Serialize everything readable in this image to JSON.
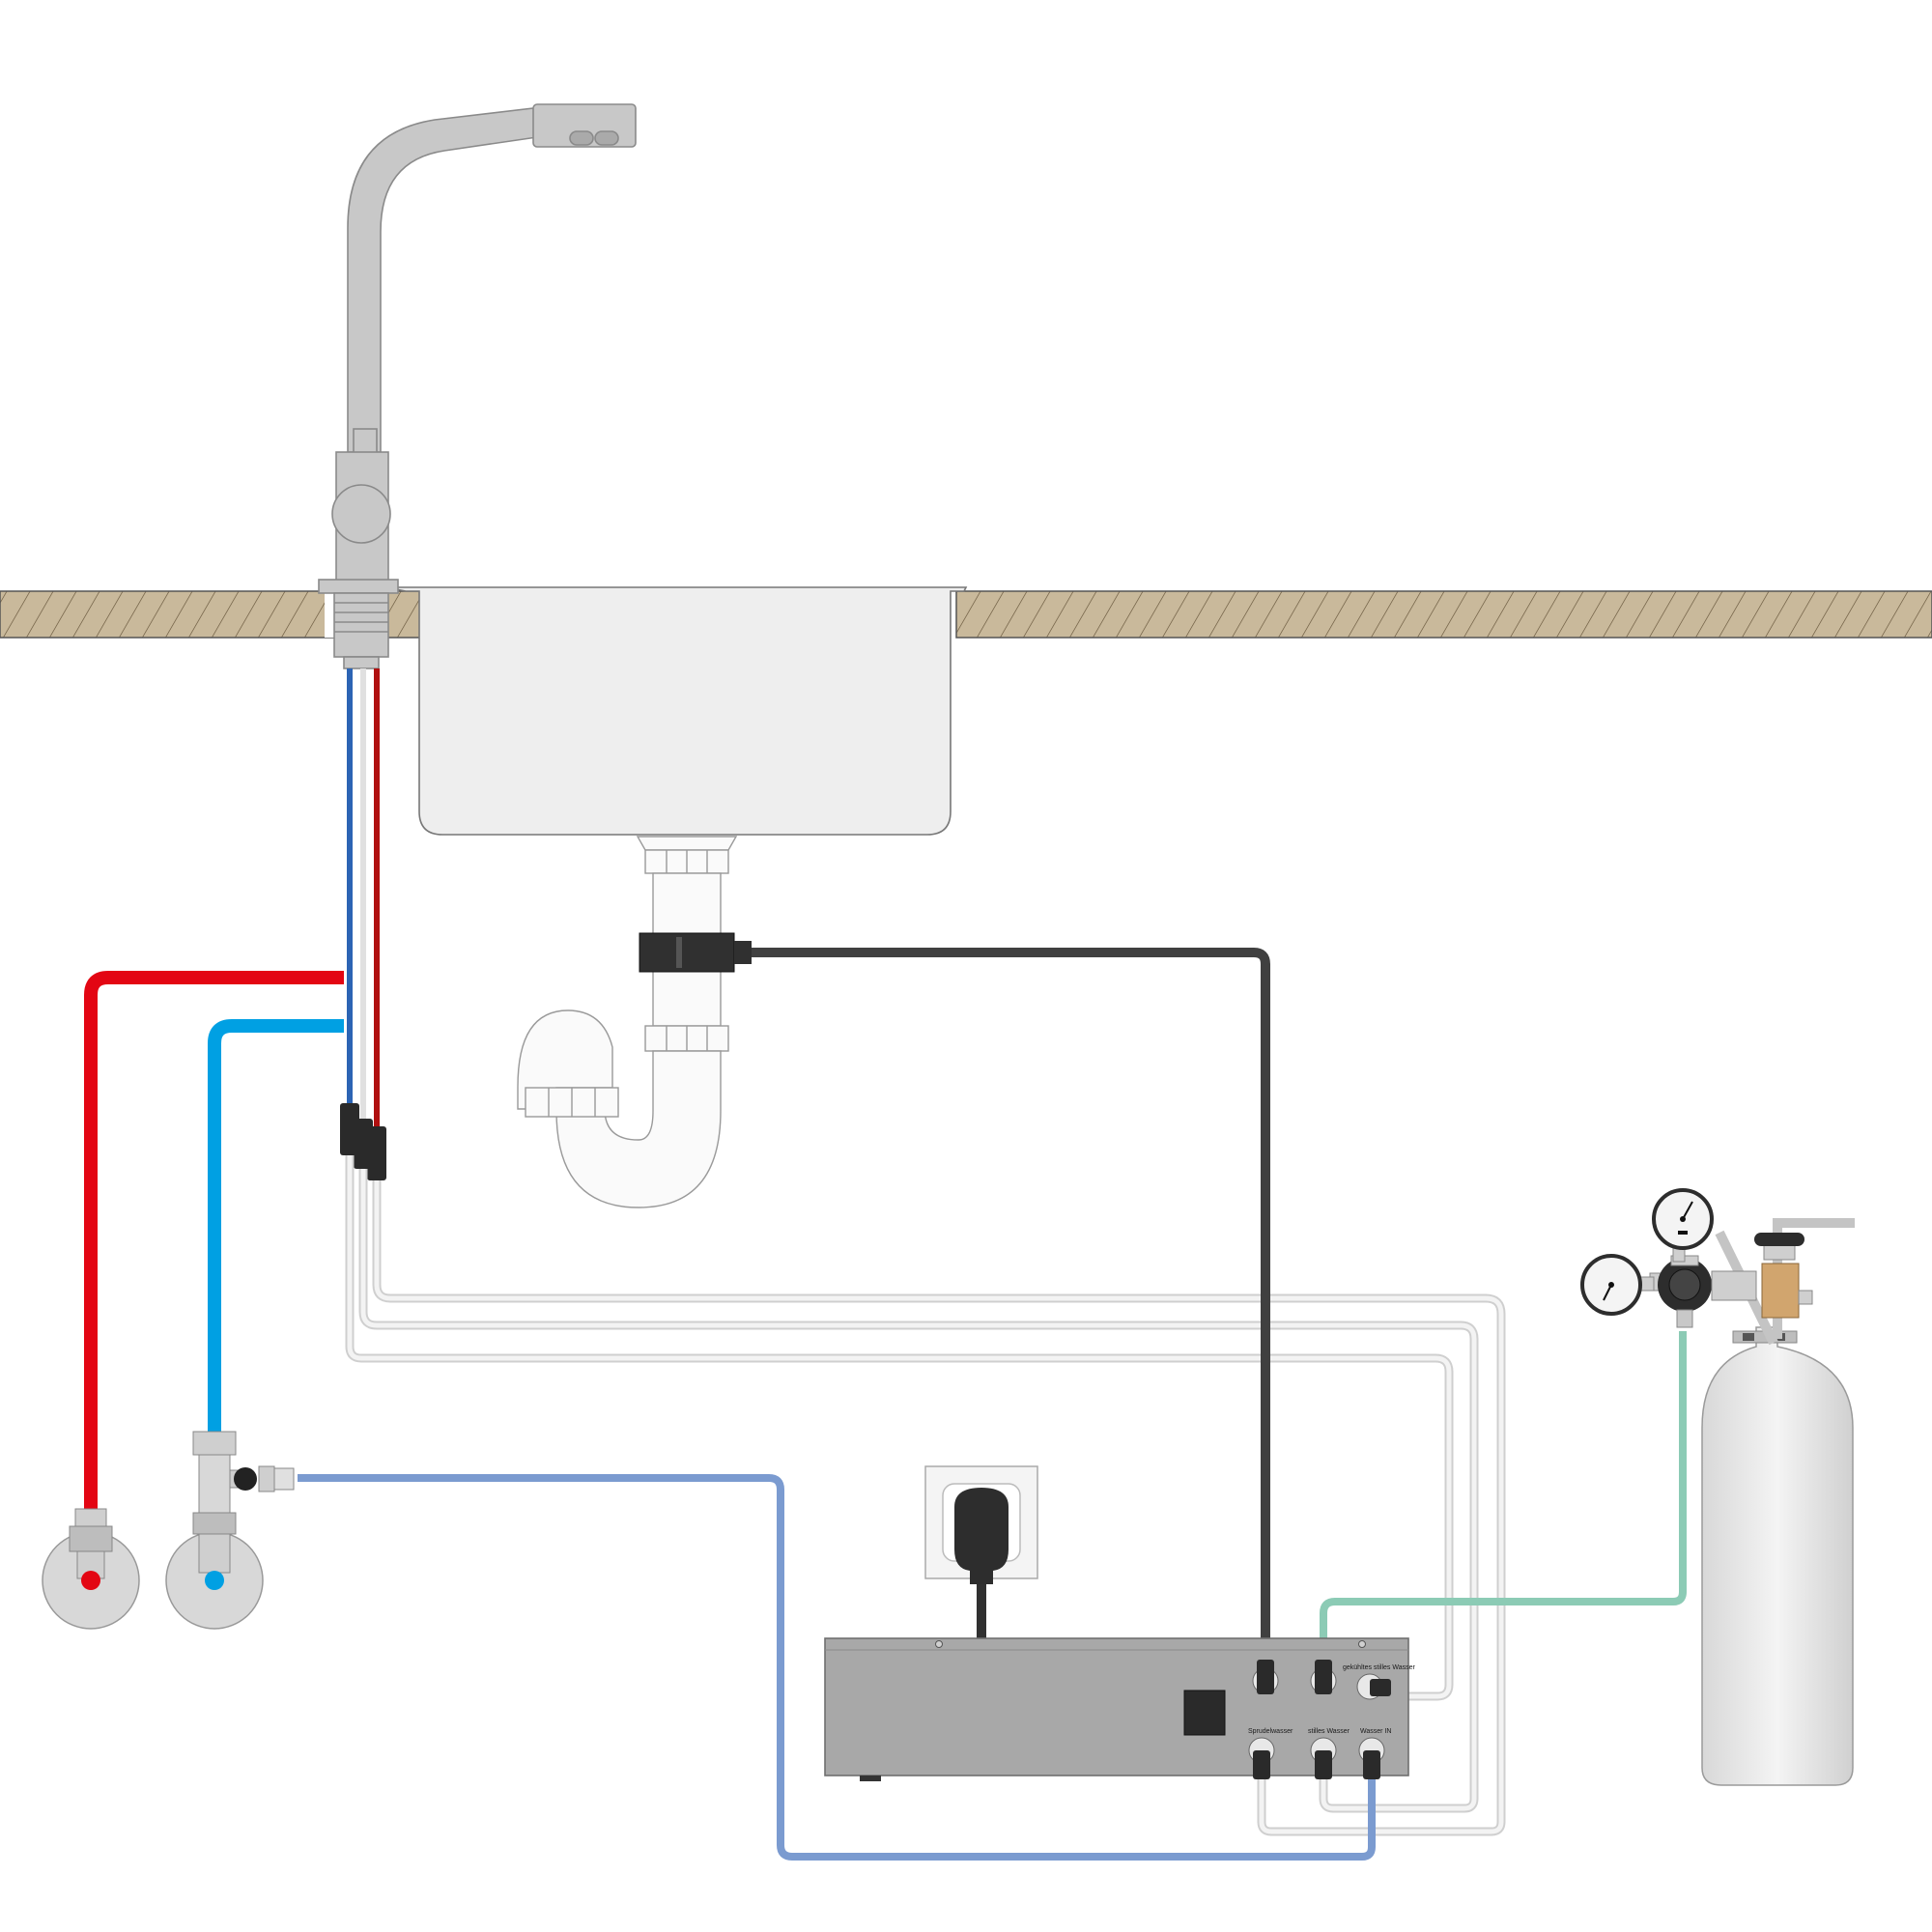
{
  "colors": {
    "hot_water": "#e30613",
    "cold_water": "#00a0e3",
    "filter_line": "#7b9bd0",
    "co2_line": "#8ccbb5",
    "drain_cable": "#404040",
    "chilled_lines": "#f0f0f0",
    "countertop": "#c9b99b",
    "unit_body": "#a8a8a8",
    "faucet": "#c8c8c8"
  },
  "unit": {
    "ports": {
      "top_right_label": "gekühltes stilles Wasser",
      "bottom_left_label": "Sprudelwasser",
      "bottom_middle_label": "stilles Wasser",
      "bottom_right_label": "Wasser IN"
    }
  },
  "icons": {
    "hot_valve": "red-dot-icon",
    "cold_valve": "blue-dot-icon",
    "gauge": "pressure-gauge-icon",
    "plug": "power-plug-icon"
  }
}
